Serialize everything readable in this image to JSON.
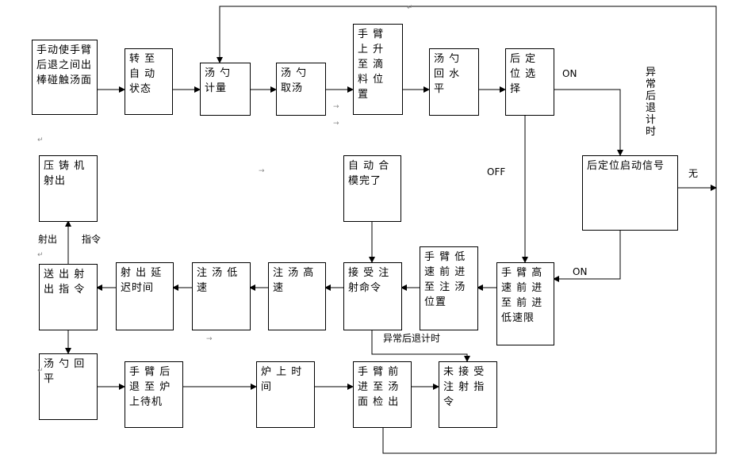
{
  "boxes": {
    "manual_arm": "手动使手臂后退之间出棒碰触汤面",
    "to_auto": "转 至 自 动 状态",
    "ladle_meter": "汤 勺 计量",
    "ladle_take": "汤 勺 取汤",
    "arm_up": "手 臂 上 升 至 滴 料 位 置",
    "ladle_level": "汤 勺 回 水 平",
    "rear_select": "后 定 位 选 择",
    "rear_signal": "后定位启动信号",
    "die_cast_shoot": "压 铸 机 射出",
    "auto_close": "自 动 合 模完了",
    "send_shoot": "送 出 射 出 指 令",
    "shoot_delay": "射 出 延 迟时间",
    "pour_low": "注 汤 低 速",
    "pour_high": "注 汤 高 速",
    "accept_shoot": "接 受 注 射命令",
    "arm_low_forward": "手 臂 低 速 前 进 至 注 汤 位置",
    "arm_high_forward": "手 臂 高 速 前 进 至 前 进 低速限",
    "ladle_level2": "汤 勺 回 平",
    "arm_back_standby": "手 臂 后 退 至 炉 上待机",
    "furnace_time": "炉 上 时 间",
    "arm_forward_detect": "手 臂 前 进 至 汤 面 检 出",
    "no_accept": "未 接 受 注 射 指 令"
  },
  "labels": {
    "on_top": "ON",
    "off": "OFF",
    "abnormal_top": "异常后退计时",
    "none": "无",
    "on_bottom": "ON",
    "shoot_out": "射出",
    "command": "指令",
    "abnormal_bottom": "异常后退计时"
  }
}
